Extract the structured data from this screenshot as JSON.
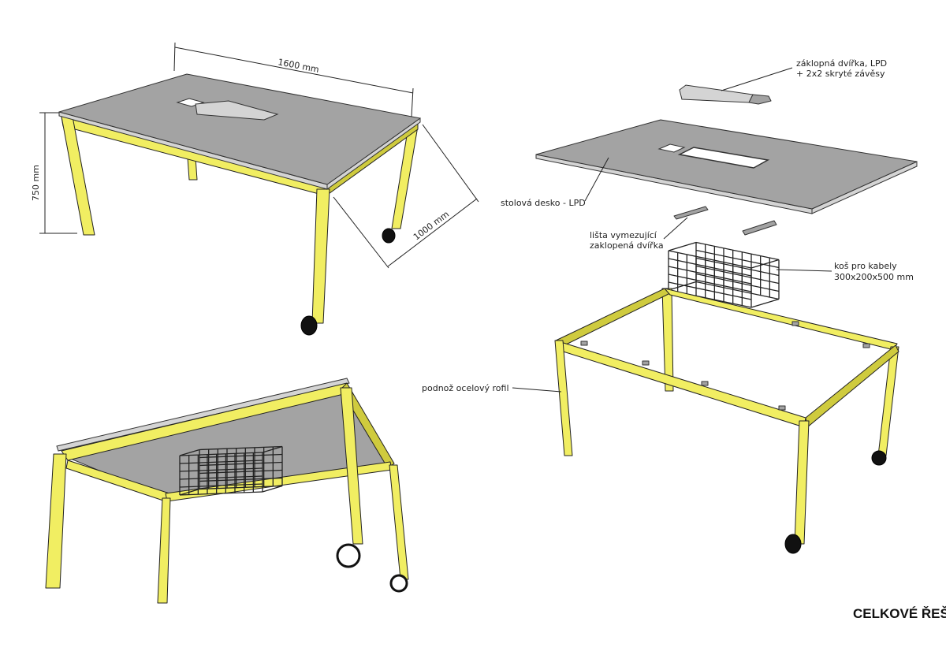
{
  "dimensions": {
    "length": "1600 mm",
    "height": "750 mm",
    "depth": "1000 mm"
  },
  "labels": {
    "flap_line1": "záklopná dvířka, LPD",
    "flap_line2": "+ 2x2 skryté závěsy",
    "desk": "stolová desko - LPD",
    "strip_line1": "lišta vymezující",
    "strip_line2": "zaklopená dvířka",
    "basket_line1": "koš pro kabely",
    "basket_line2": "300x200x500 mm",
    "frame": "podnož ocelový rofil"
  },
  "title": "CELKOVÉ ŘEŠENÍ",
  "colors": {
    "frame": "#f1ee62",
    "board": "#a3a3a3",
    "outline": "#222222"
  }
}
